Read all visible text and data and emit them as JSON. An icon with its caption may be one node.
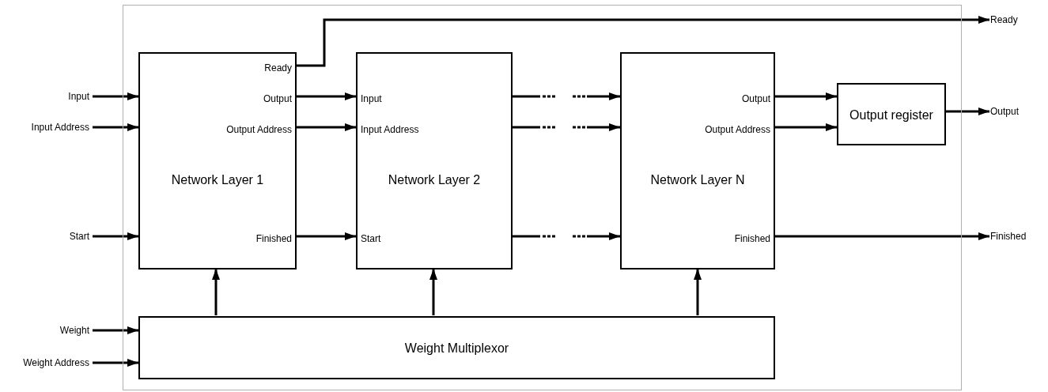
{
  "diagram": {
    "nodes": [
      {
        "text": [],
        "shape": "box"
      },
      {
        "text": [
          "Input"
        ]
      },
      {
        "text": [
          "Input Address"
        ]
      },
      {
        "text": [
          "Start"
        ]
      },
      {
        "text": [
          "Weight"
        ]
      },
      {
        "text": [
          "Weight Address"
        ]
      },
      {
        "text": [
          "Network Layer 1",
          "Ready",
          "Output",
          "Output Address",
          "Finished"
        ],
        "in": 0
      },
      {
        "text": [
          "Network Layer 2",
          "Input",
          "Input Address",
          "Start"
        ],
        "in": 0
      },
      {
        "text": [
          "Network Layer N",
          "Output",
          "Output Address",
          "Finished"
        ],
        "in": 0
      },
      {
        "text": [
          "Output register"
        ],
        "in": 0
      },
      {
        "text": [
          "Weight Multiplexor"
        ],
        "in": 0
      },
      {
        "text": [
          "Ready"
        ]
      },
      {
        "text": [
          "Output"
        ]
      },
      {
        "text": [
          "Finished"
        ]
      }
    ],
    "edges": [
      {
        "from": 1,
        "to": 6,
        "arrow": "to"
      },
      {
        "from": 2,
        "to": 6,
        "arrow": "to"
      },
      {
        "from": 3,
        "to": 6,
        "arrow": "to"
      },
      {
        "from": 4,
        "to": 10,
        "arrow": "to"
      },
      {
        "from": 5,
        "to": 10,
        "arrow": "to"
      },
      {
        "from": 6,
        "to": 11,
        "arrow": "to"
      },
      {
        "from": 6,
        "to": 7,
        "arrow": "to"
      },
      {
        "from": 6,
        "to": 7,
        "arrow": "to"
      },
      {
        "from": 6,
        "to": 7,
        "arrow": "to"
      },
      {
        "from": 7,
        "to": 8,
        "arrow": "to",
        "style": "dashed"
      },
      {
        "from": 7,
        "to": 8,
        "arrow": "to",
        "style": "dashed"
      },
      {
        "from": 7,
        "to": 8,
        "arrow": "to",
        "style": "dashed"
      },
      {
        "from": 8,
        "to": 9,
        "arrow": "to"
      },
      {
        "from": 8,
        "to": 9,
        "arrow": "to"
      },
      {
        "from": 9,
        "to": 12,
        "arrow": "to"
      },
      {
        "from": 8,
        "to": 13,
        "arrow": "to"
      },
      {
        "from": 10,
        "to": 6,
        "arrow": "to"
      },
      {
        "from": 10,
        "to": 7,
        "arrow": "to"
      },
      {
        "from": 10,
        "to": 8,
        "arrow": "to"
      }
    ]
  }
}
